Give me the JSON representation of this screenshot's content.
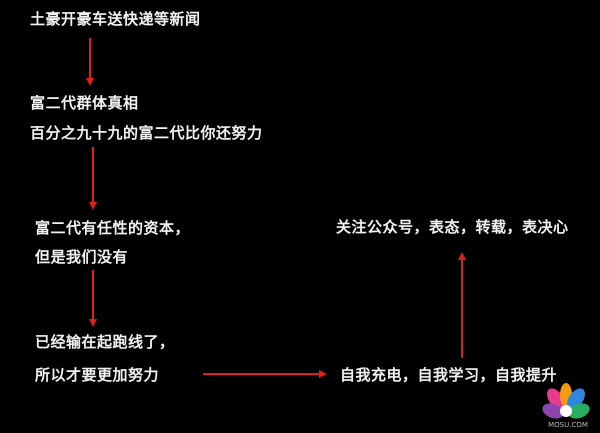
{
  "diagram": {
    "steps": {
      "step1": "土豪开豪车送快递等新闻",
      "step2_line1": "富二代群体真相",
      "step2_line2": "百分之九十九的富二代比你还努力",
      "step3_line1": "富二代有任性的资本，",
      "step3_line2": "但是我们没有",
      "step4_line1": "已经输在起跑线了，",
      "step4_line2": "所以才要更加努力",
      "step5": "自我充电，自我学习，自我提升",
      "step6": "关注公众号，表态，转载，表决心"
    },
    "colors": {
      "background": "#000000",
      "text": "#f2f2f2",
      "arrow": "#e0201a"
    }
  },
  "watermark": {
    "text": "MOSU.COM",
    "icon": "colorful-logo-icon"
  }
}
